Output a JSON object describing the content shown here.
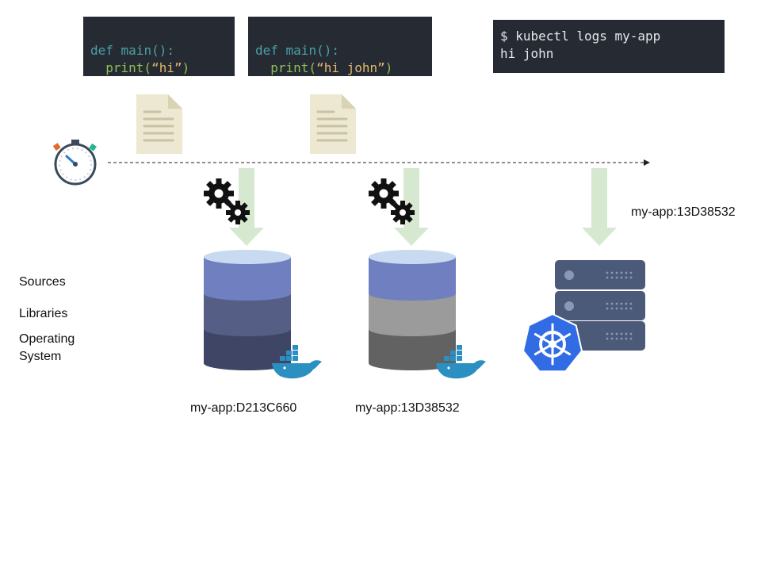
{
  "code_v1": {
    "line1_kw": "def",
    "line1_fn": " main():",
    "line2_print": "  print(",
    "line2_str": "“hi”",
    "line2_close": ")"
  },
  "code_v2": {
    "line1_kw": "def",
    "line1_fn": " main():",
    "line2_print": "  print(",
    "line2_str": "“hi john”",
    "line2_close": ")"
  },
  "terminal": {
    "line1": "$ kubectl logs my-app",
    "line2": "hi john"
  },
  "layers": {
    "sources": "Sources",
    "libraries": "Libraries",
    "os_line1": "Operating",
    "os_line2": "System"
  },
  "images": {
    "image1_tag": "my-app:D213C660",
    "image2_tag": "my-app:13D38532",
    "deployed_tag": "my-app:13D38532"
  },
  "icons": {
    "timer": "stopwatch-icon",
    "doc": "document-icon",
    "gears": "gears-icon",
    "arrow": "down-arrow-icon",
    "docker": "docker-whale-icon",
    "k8s": "kubernetes-icon",
    "server": "server-rack-icon"
  },
  "colors": {
    "sources_layer": "#6f7fc0",
    "libraries_layer_1": "#555f85",
    "os_layer_1": "#3f4565",
    "libraries_layer_2": "#9b9b9b",
    "os_layer_2": "#626262",
    "arrow": "#d6e9d0",
    "kubernetes": "#326ce5",
    "docker": "#2b8fc2"
  }
}
